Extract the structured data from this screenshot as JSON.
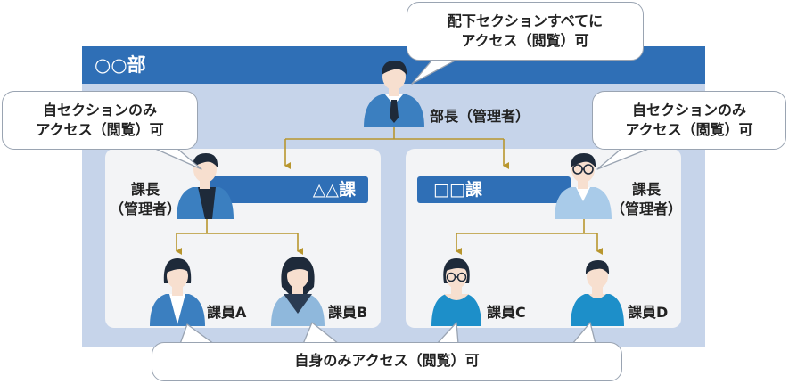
{
  "department": {
    "title": "○○部"
  },
  "manager": {
    "label": "部長（管理者）"
  },
  "sections": {
    "left": {
      "name": "△△課",
      "chief_line1": "課長",
      "chief_line2": "（管理者）",
      "member_a": "課員A",
      "member_b": "課員B"
    },
    "right": {
      "name": "□□課",
      "chief_line1": "課長",
      "chief_line2": "（管理者）",
      "member_c": "課員C",
      "member_d": "課員D"
    }
  },
  "callouts": {
    "top": {
      "line1": "配下セクションすべてに",
      "line2": "アクセス（閲覧）可"
    },
    "left": {
      "line1": "自セクションのみ",
      "line2": "アクセス（閲覧）可"
    },
    "right": {
      "line1": "自セクションのみ",
      "line2": "アクセス（閲覧）可"
    },
    "bottom": {
      "text": "自身のみアクセス（閲覧）可"
    }
  },
  "colors": {
    "header": "#2f6fb6",
    "panel": "#c6d4ea",
    "connector": "#b8962e",
    "suit": "#3b7fc0",
    "hair": "#1e2a3a",
    "skin": "#f7dfcf"
  }
}
